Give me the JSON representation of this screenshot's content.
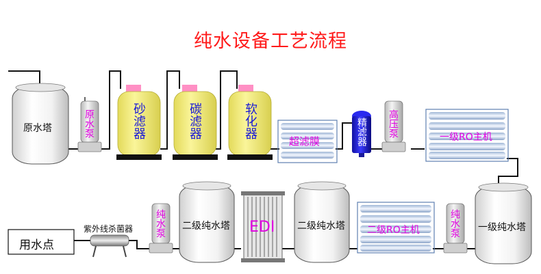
{
  "title": "纯水设备工艺流程",
  "colors": {
    "title": "#ff1a1a",
    "pipe": "#111111",
    "filter_body": "#f3ec7a",
    "filter_cap": "#ff8fc4",
    "label_blue": "#1a1ad6",
    "label_magenta": "#e000e0"
  },
  "tanks": {
    "raw": "原水塔",
    "secondary_1": "二级纯水塔",
    "secondary_2": "二级纯水塔",
    "primary": "一级纯水塔"
  },
  "pumps": {
    "raw": "原水泵",
    "high_pressure": "高压泵",
    "pure_1": "纯水泵",
    "pure_2": "纯水泵"
  },
  "filters": {
    "sand": "砂滤器",
    "carbon": "碳滤器",
    "softener": "软化器",
    "precision": "精滤器"
  },
  "modules": {
    "ultrafiltration": "超滤膜",
    "ro_1": "一级RO主机",
    "ro_2": "二级RO主机",
    "edi": "EDI"
  },
  "uv_sterilizer": "紫外线杀菌器",
  "outlet": "用水点"
}
